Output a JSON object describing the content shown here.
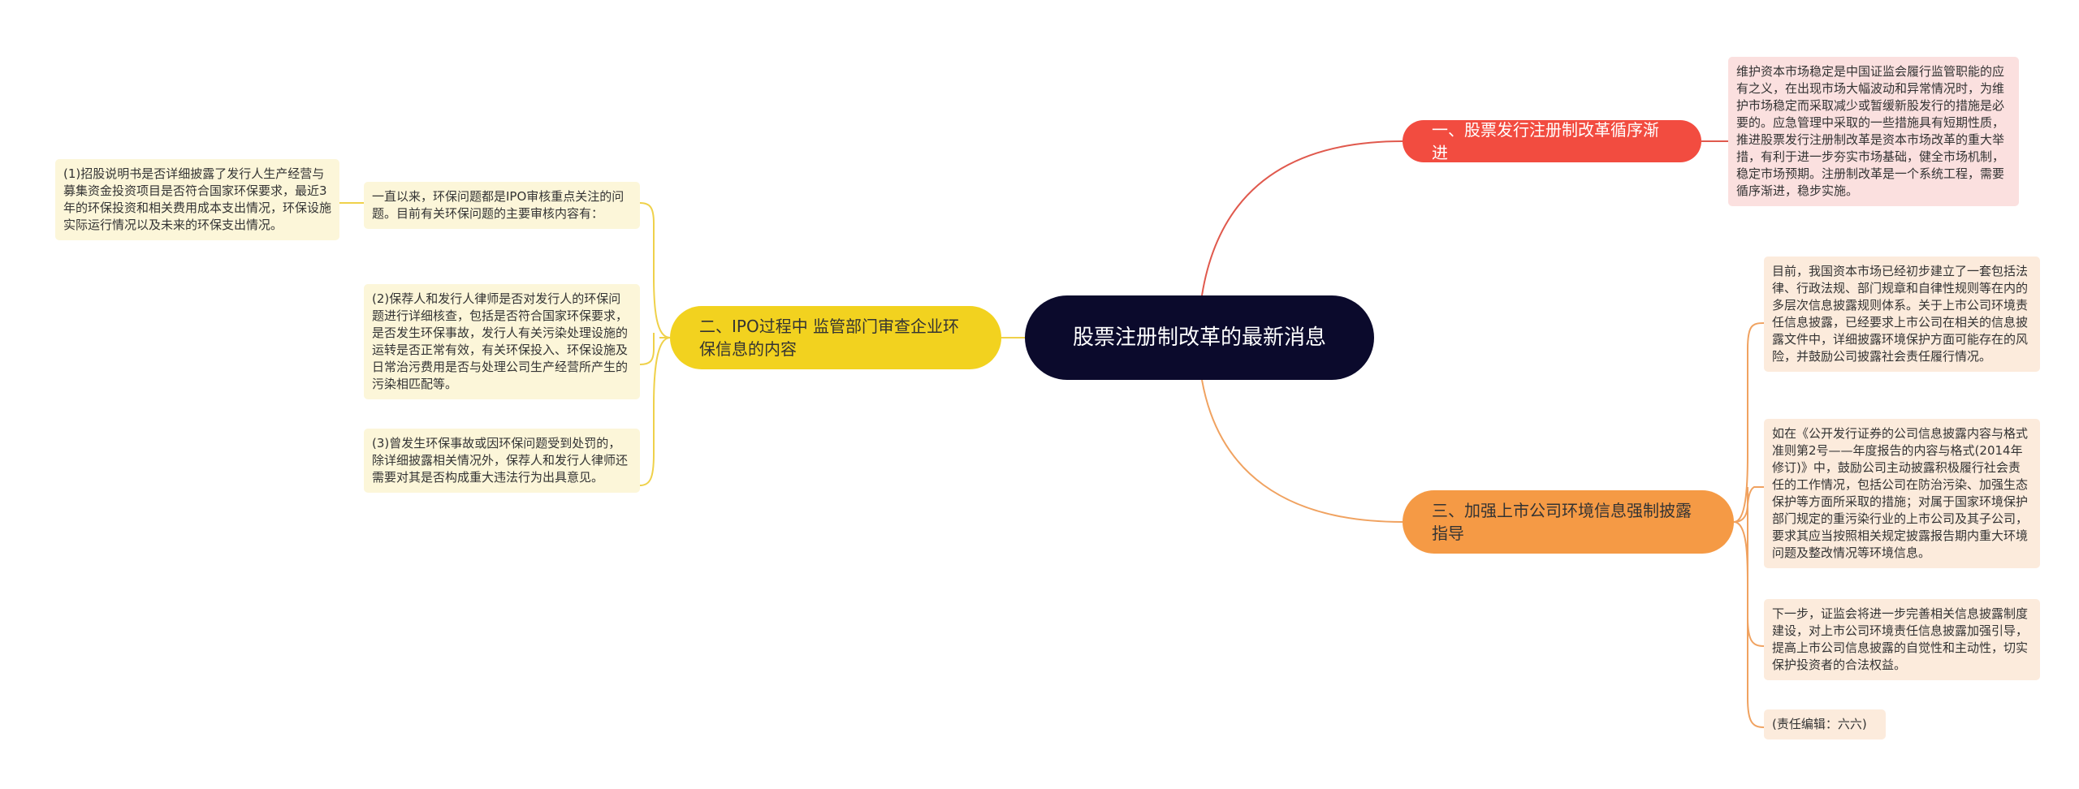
{
  "center": {
    "label": "股票注册制改革的最新消息"
  },
  "branches": [
    {
      "label": "一、股票发行注册制改革循序渐进",
      "leaves": [
        "维护资本市场稳定是中国证监会履行监管职能的应有之义，在出现市场大幅波动和异常情况时，为维护市场稳定而采取减少或暂缓新股发行的措施是必要的。应急管理中采取的一些措施具有短期性质，推进股票发行注册制改革是资本市场改革的重大举措，有利于进一步夯实市场基础，健全市场机制，稳定市场预期。注册制改革是一个系统工程，需要循序渐进，稳步实施。"
      ]
    },
    {
      "label": "二、IPO过程中 监管部门审查企业环保信息的内容",
      "leaves": [
        "一直以来，环保问题都是IPO审核重点关注的问题。目前有关环保问题的主要审核内容有：",
        "(2)保荐人和发行人律师是否对发行人的环保问题进行详细核查，包括是否符合国家环保要求，是否发生环保事故，发行人有关污染处理设施的运转是否正常有效，有关环保投入、环保设施及日常治污费用是否与处理公司生产经营所产生的污染相匹配等。",
        "(3)曾发生环保事故或因环保问题受到处罚的，除详细披露相关情况外，保荐人和发行人律师还需要对其是否构成重大违法行为出具意见。"
      ],
      "sub_leaves": [
        "(1)招股说明书是否详细披露了发行人生产经营与募集资金投资项目是否符合国家环保要求，最近3年的环保投资和相关费用成本支出情况，环保设施实际运行情况以及未来的环保支出情况。"
      ]
    },
    {
      "label": "三、加强上市公司环境信息强制披露指导",
      "leaves": [
        "目前，我国资本市场已经初步建立了一套包括法律、行政法规、部门规章和自律性规则等在内的多层次信息披露规则体系。关于上市公司环境责任信息披露，已经要求上市公司在相关的信息披露文件中，详细披露环境保护方面可能存在的风险，并鼓励公司披露社会责任履行情况。",
        "如在《公开发行证券的公司信息披露内容与格式准则第2号——年度报告的内容与格式(2014年修订)》中，鼓励公司主动披露积极履行社会责任的工作情况，包括公司在防治污染、加强生态保护等方面所采取的措施；对属于国家环境保护部门规定的重污染行业的上市公司及其子公司，要求其应当按照相关规定披露报告期内重大环境问题及整改情况等环境信息。",
        "下一步，证监会将进一步完善相关信息披露制度建设，对上市公司环境责任信息披露加强引导，提高上市公司信息披露的自觉性和主动性，切实保护投资者的合法权益。",
        "(责任编辑：六六)"
      ]
    }
  ],
  "colors": {
    "center": "#0b0a2c",
    "branch1": "#f24c40",
    "branch2": "#f2d21f",
    "branch3": "#f59a45",
    "line1": "#e0594d",
    "line2": "#efd14a",
    "line3": "#f0a260"
  }
}
